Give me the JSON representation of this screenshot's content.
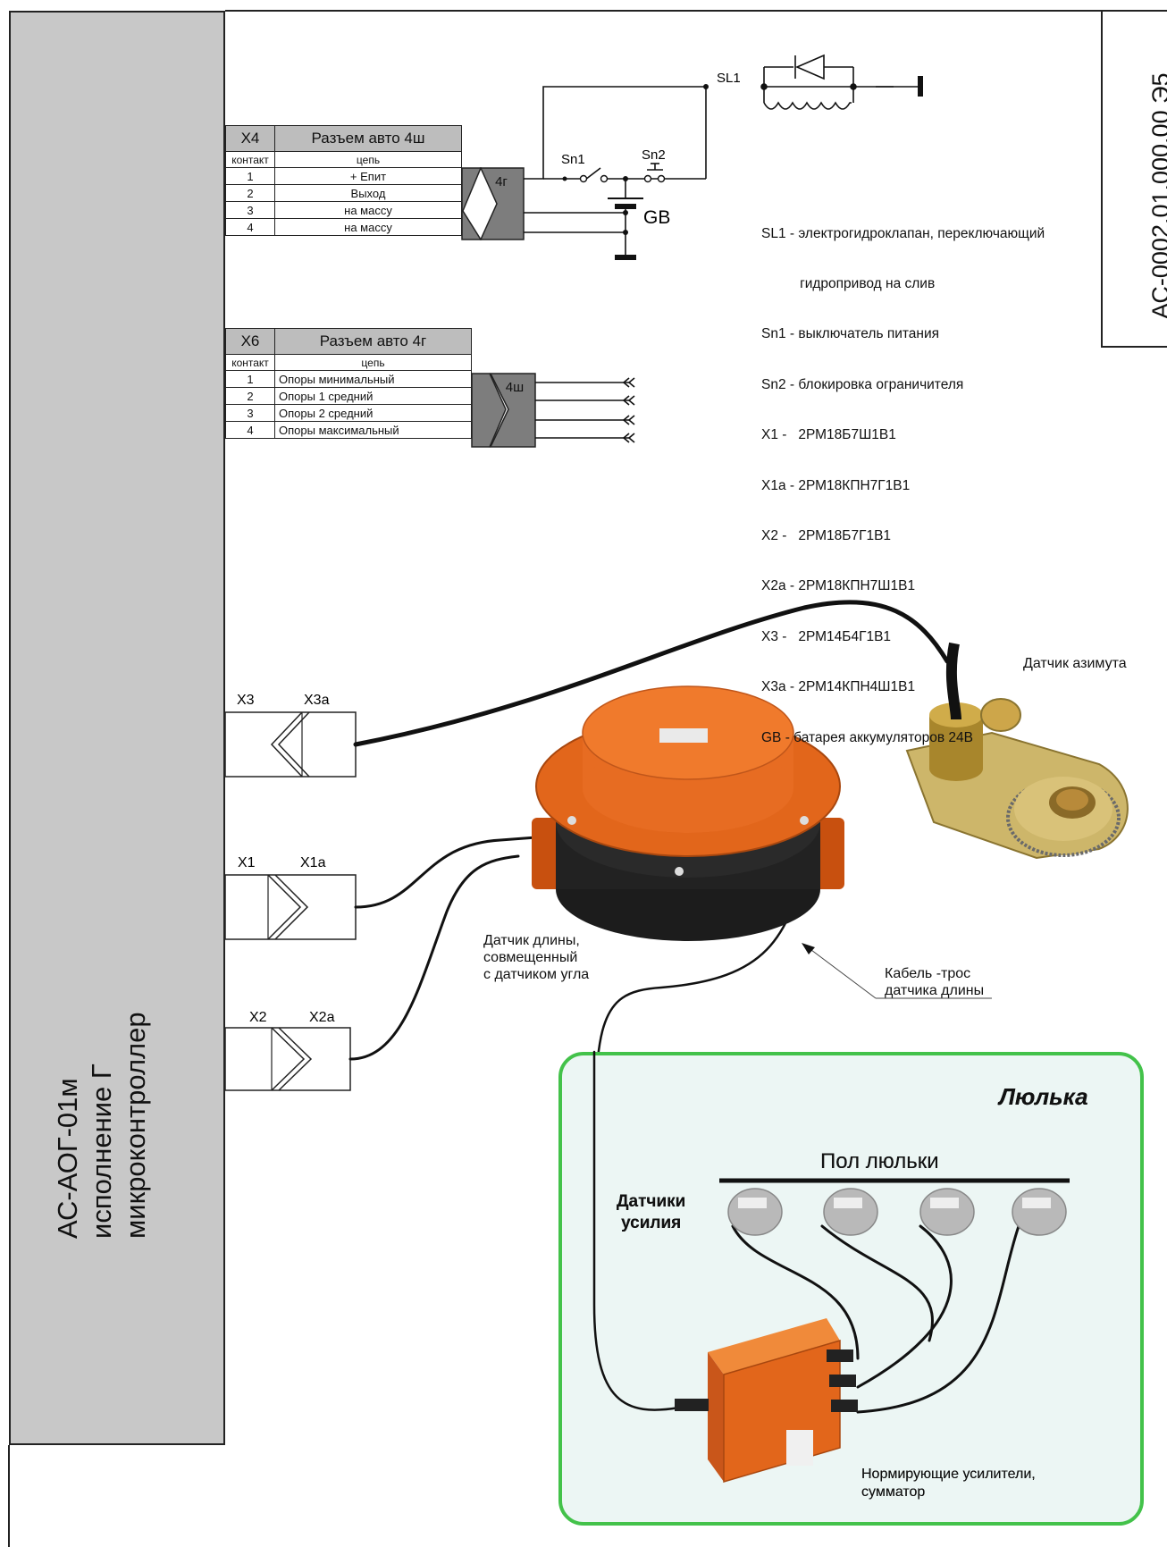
{
  "controller": {
    "lines": [
      "АС-АОГ-01м",
      "исполнение Г",
      "микроконтроллер"
    ]
  },
  "document_code": "АС-0002.01.000.00  Э5",
  "connector_x4": {
    "id": "X4",
    "title": "Разъем авто 4ш",
    "col_contact": "контакт",
    "col_circuit": "цепь",
    "rows": [
      {
        "pin": "1",
        "circuit": "+ Епит"
      },
      {
        "pin": "2",
        "circuit": "Выход"
      },
      {
        "pin": "3",
        "circuit": "на массу"
      },
      {
        "pin": "4",
        "circuit": "на массу"
      }
    ],
    "mate": "4г"
  },
  "connector_x6": {
    "id": "X6",
    "title": "Разъем авто 4г",
    "col_contact": "контакт",
    "col_circuit": "цепь",
    "rows": [
      {
        "pin": "1",
        "circuit": "Опоры минимальный"
      },
      {
        "pin": "2",
        "circuit": "Опоры 1 средний"
      },
      {
        "pin": "3",
        "circuit": "Опоры 2 средний"
      },
      {
        "pin": "4",
        "circuit": "Опоры максимальный"
      }
    ],
    "mate": "4ш"
  },
  "circuit_labels": {
    "sl1": "SL1",
    "sn1": "Sn1",
    "sn2": "Sn2",
    "gb": "GB"
  },
  "legend": [
    "SL1 - электрогидроклапан, переключающий",
    "          гидропривод на слив",
    "Sn1 - выключатель питания",
    "Sn2 - блокировка ограничителя",
    "X1 -   2РМ18Б7Ш1В1",
    "X1a - 2РМ18КПН7Г1В1",
    "X2 -   2РМ18Б7Г1В1",
    "X2a - 2РМ18КПН7Ш1В1",
    "X3 -   2РМ14Б4Г1В1",
    "X3a - 2РМ14КПН4Ш1В1",
    "GB - батарея аккумуляторов 24В"
  ],
  "plugs": [
    {
      "left": "X3",
      "right": "X3a"
    },
    {
      "left": "X1",
      "right": "X1a"
    },
    {
      "left": "X2",
      "right": "X2a"
    }
  ],
  "labels": {
    "azimuth_sensor": "Датчик азимута",
    "length_sensor": [
      "Датчик длины,",
      "совмещенный",
      "с датчиком угла"
    ],
    "cable": [
      "Кабель -трос",
      "датчика длины"
    ],
    "cradle": "Люлька",
    "cradle_floor": "Пол люльки",
    "force_sensors": [
      "Датчики",
      "усилия"
    ],
    "amplifiers": [
      "Нормирующие усилители,",
      "сумматор"
    ]
  },
  "colors": {
    "controller_fill": "#c8c8c8",
    "connector_fill": "#7d7d7d",
    "sensor_orange": "#e2661b",
    "cradle_border": "#43c24a",
    "cradle_fill": "#ecf6f4"
  }
}
